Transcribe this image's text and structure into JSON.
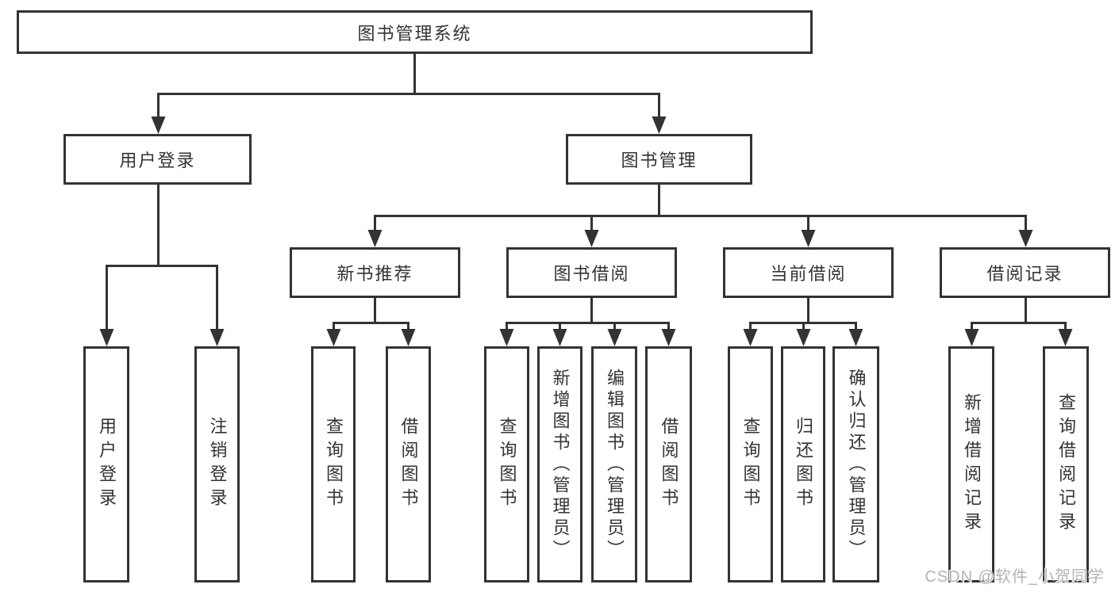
{
  "style": {
    "line_color": "#333333",
    "text_color": "#333333",
    "watermark_color": "#b3b3b3",
    "box_fill": "#ffffff"
  },
  "tree": {
    "root": {
      "label": "图书管理系统"
    },
    "branches": [
      {
        "label": "用户登录",
        "children": [
          {
            "label": "用户登录"
          },
          {
            "label": "注销登录"
          }
        ]
      },
      {
        "label": "图书管理",
        "children": [
          {
            "label": "新书推荐",
            "children": [
              {
                "label": "查询图书"
              },
              {
                "label": "借阅图书"
              }
            ]
          },
          {
            "label": "图书借阅",
            "children": [
              {
                "label": "查询图书"
              },
              {
                "label": "新增图书（管理员）"
              },
              {
                "label": "编辑图书（管理员）"
              },
              {
                "label": "借阅图书"
              }
            ]
          },
          {
            "label": "当前借阅",
            "children": [
              {
                "label": "查询图书"
              },
              {
                "label": "归还图书"
              },
              {
                "label": "确认归还（管理员）"
              }
            ]
          },
          {
            "label": "借阅记录",
            "children": [
              {
                "label": "新增借阅记录"
              },
              {
                "label": "查询借阅记录"
              }
            ]
          }
        ]
      }
    ]
  },
  "watermark": {
    "text": "CSDN @软件_小贺同学"
  }
}
